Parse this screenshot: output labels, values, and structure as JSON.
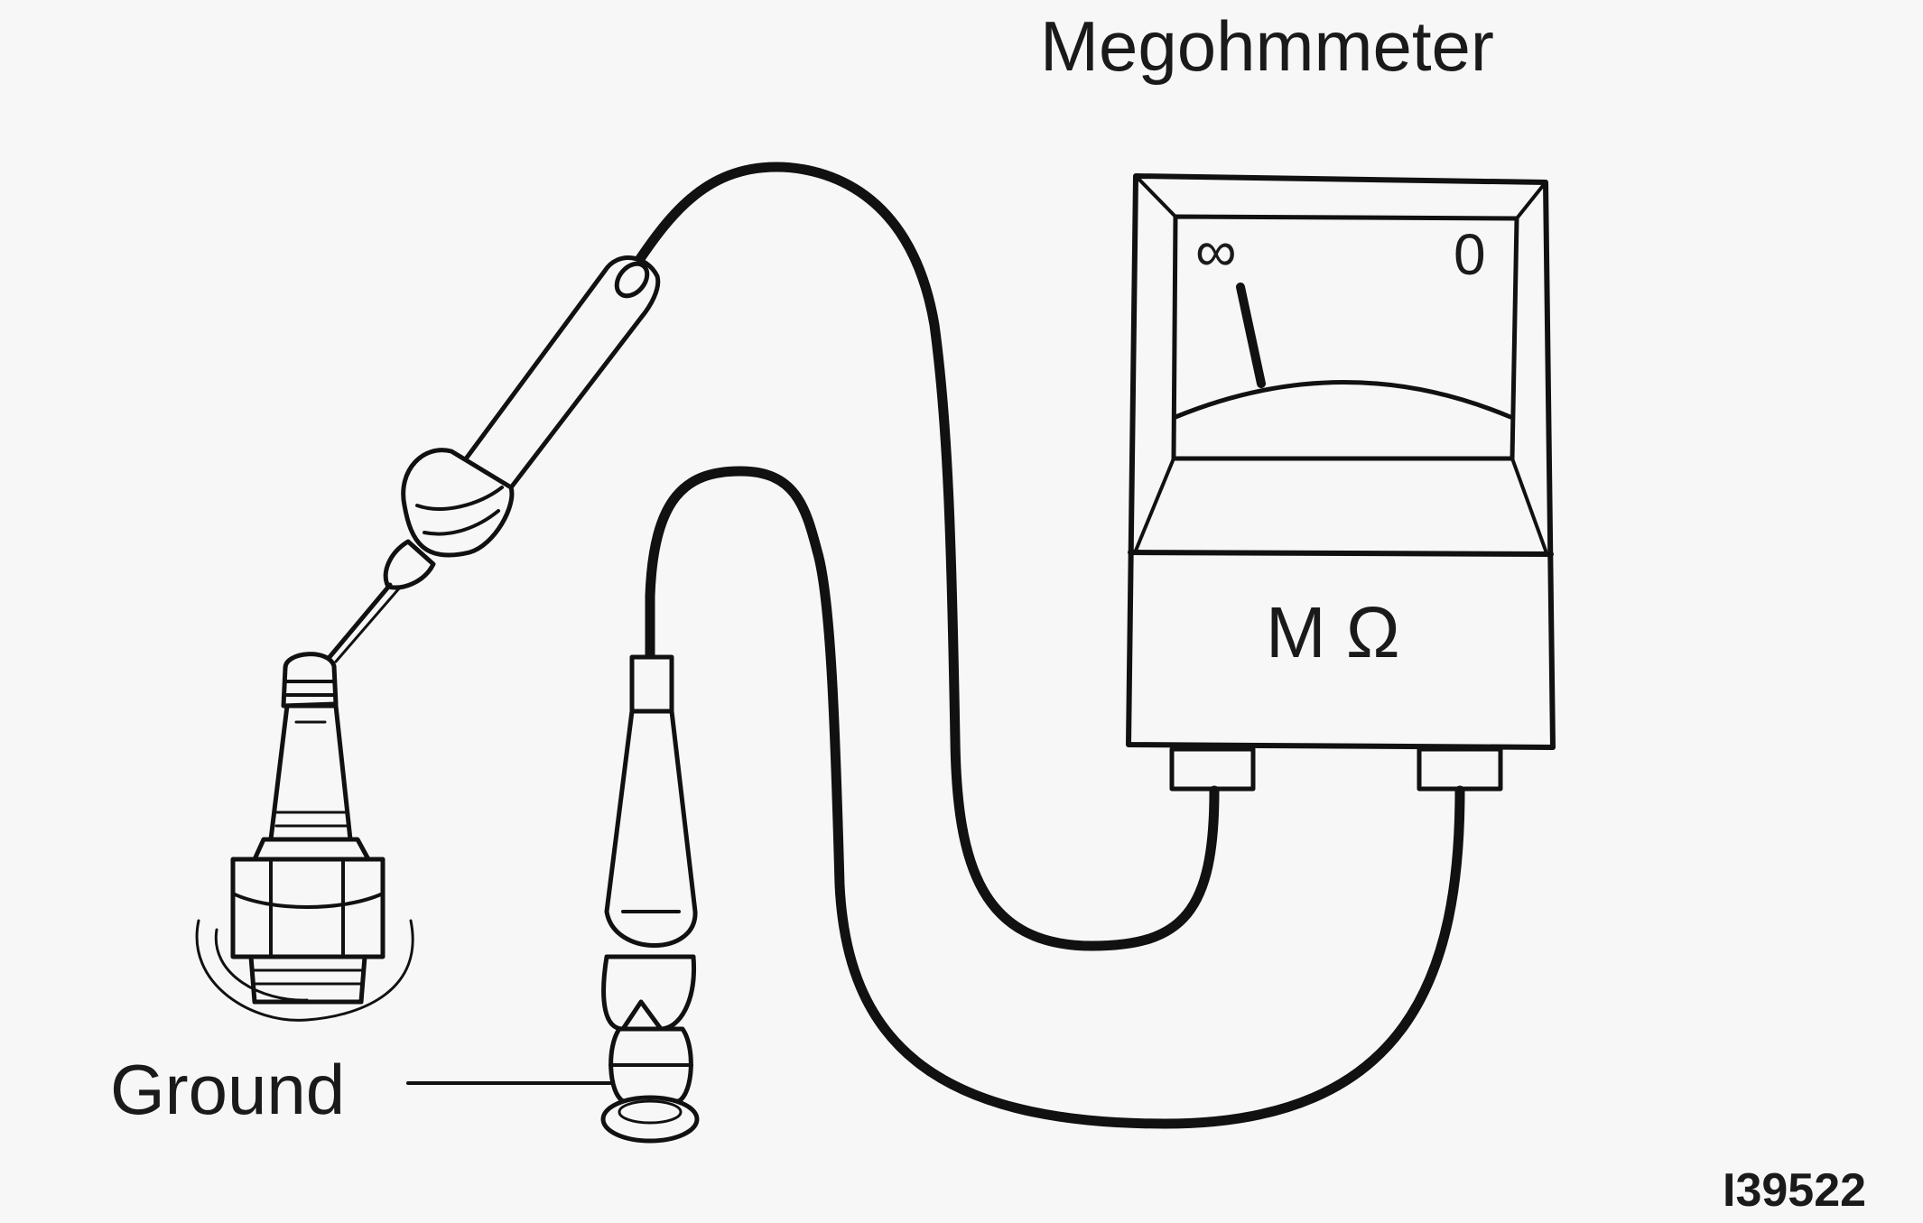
{
  "labels": {
    "meter_title": "Megohmmeter",
    "ground": "Ground",
    "figure_id": "I39522"
  },
  "meter": {
    "scale_left": "∞",
    "scale_right": "0",
    "unit": "M Ω"
  },
  "colors": {
    "background": "#f7f7f7",
    "ink": "#111111"
  }
}
